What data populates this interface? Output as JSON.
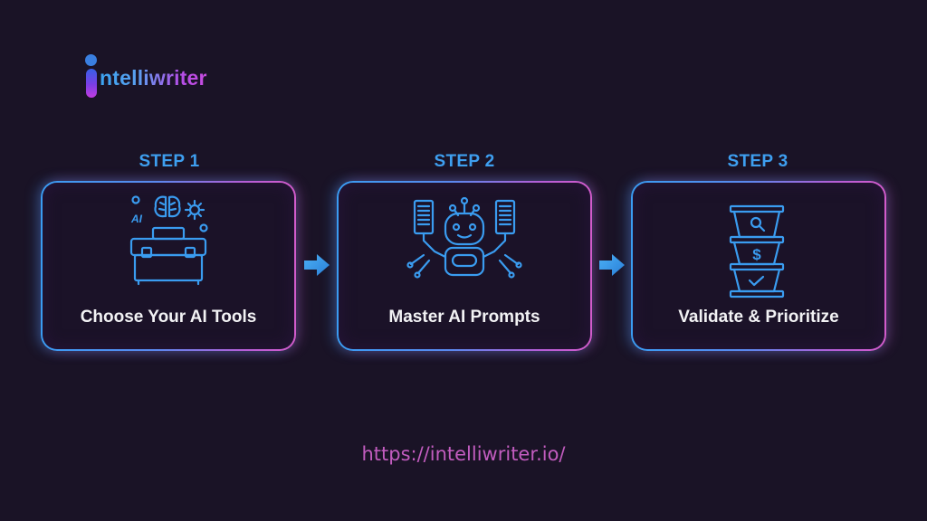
{
  "brand": {
    "name": "intelliwriter",
    "text_after_i": "ntelliwriter",
    "gradient_start": "#3aa3f0",
    "gradient_end": "#c74be0"
  },
  "steps": [
    {
      "label": "STEP 1",
      "title": "Choose Your AI Tools",
      "icon": "ai-toolbox-icon",
      "icon_text": "AI"
    },
    {
      "label": "STEP 2",
      "title": "Master AI Prompts",
      "icon": "robot-with-documents-icon"
    },
    {
      "label": "STEP 3",
      "title": "Validate & Prioritize",
      "icon": "stacked-trays-icon",
      "tray_glyphs": [
        "search",
        "$",
        "check"
      ]
    }
  ],
  "arrows": [
    "arrow-right",
    "arrow-right"
  ],
  "colors": {
    "background": "#1a1326",
    "accent_blue": "#3e9ff0",
    "accent_pink": "#d25ccb",
    "url_color": "#c25cbf"
  },
  "footer": {
    "url": "https://intelliwriter.io/"
  }
}
